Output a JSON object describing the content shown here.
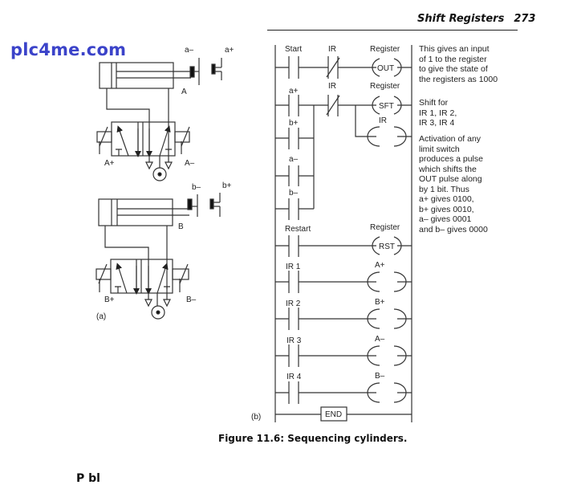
{
  "page": {
    "running_head": "Shift Registers",
    "page_number": "273",
    "watermark": "plc4me.com",
    "next_heading_fragment": "P  bl",
    "caption_number": "Figure 11.6:",
    "caption_text": "Sequencing cylinders."
  },
  "figure_a": {
    "panel_label": "(a)",
    "cylinder_A": {
      "name": "A",
      "switch_minus": "a–",
      "switch_plus": "a+",
      "solenoid_plus": "A+",
      "solenoid_minus": "A–"
    },
    "cylinder_B": {
      "name": "B",
      "switch_minus": "b–",
      "switch_plus": "b+",
      "solenoid_plus": "B+",
      "solenoid_minus": "B–"
    }
  },
  "figure_b": {
    "panel_label": "(b)",
    "rungs": [
      {
        "contacts": [
          {
            "label": "Start",
            "type": "NO"
          },
          {
            "label": "IR",
            "type": "NC"
          }
        ],
        "coil_label": "Register",
        "coil_text": "OUT"
      },
      {
        "contacts": [
          {
            "label": "a+",
            "type": "NO"
          },
          {
            "label": "IR",
            "type": "NC"
          }
        ],
        "parallel_contacts": [
          "b+",
          "a–",
          "b–"
        ],
        "coil_label": "Register",
        "coil_text": "SFT",
        "second_coil_label": "IR",
        "second_coil_text": ""
      },
      {
        "contacts": [
          {
            "label": "Restart",
            "type": "NO"
          }
        ],
        "coil_label": "Register",
        "coil_text": "RST"
      },
      {
        "contacts": [
          {
            "label": "IR 1",
            "type": "NO"
          }
        ],
        "coil_label": "A+",
        "coil_text": ""
      },
      {
        "contacts": [
          {
            "label": "IR 2",
            "type": "NO"
          }
        ],
        "coil_label": "B+",
        "coil_text": ""
      },
      {
        "contacts": [
          {
            "label": "IR 3",
            "type": "NO"
          }
        ],
        "coil_label": "A–",
        "coil_text": ""
      },
      {
        "contacts": [
          {
            "label": "IR 4",
            "type": "NO"
          }
        ],
        "coil_label": "B–",
        "coil_text": ""
      }
    ],
    "end_label": "END",
    "notes": [
      "This gives an input\nof 1 to the register\nto give the state of\nthe registers as 1000",
      "Shift for\nIR 1, IR 2,\nIR 3, IR 4",
      "Activation of any\nlimit switch\nproduces a pulse\nwhich shifts the\nOUT pulse along\nby 1 bit. Thus\na+ gives 0100,\nb+ gives 0010,\na– gives 0001\nand b– gives 0000"
    ]
  }
}
